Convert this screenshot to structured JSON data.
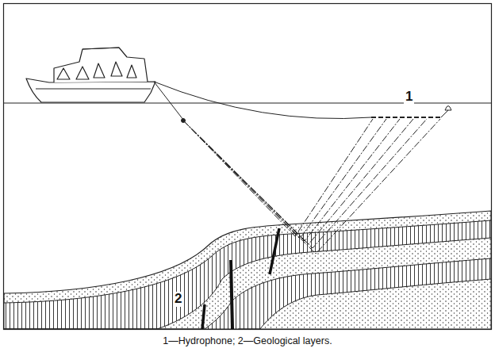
{
  "diagram": {
    "caption": "1—Hydrophone; 2—Geological layers.",
    "labels": [
      "1",
      "2"
    ]
  }
}
